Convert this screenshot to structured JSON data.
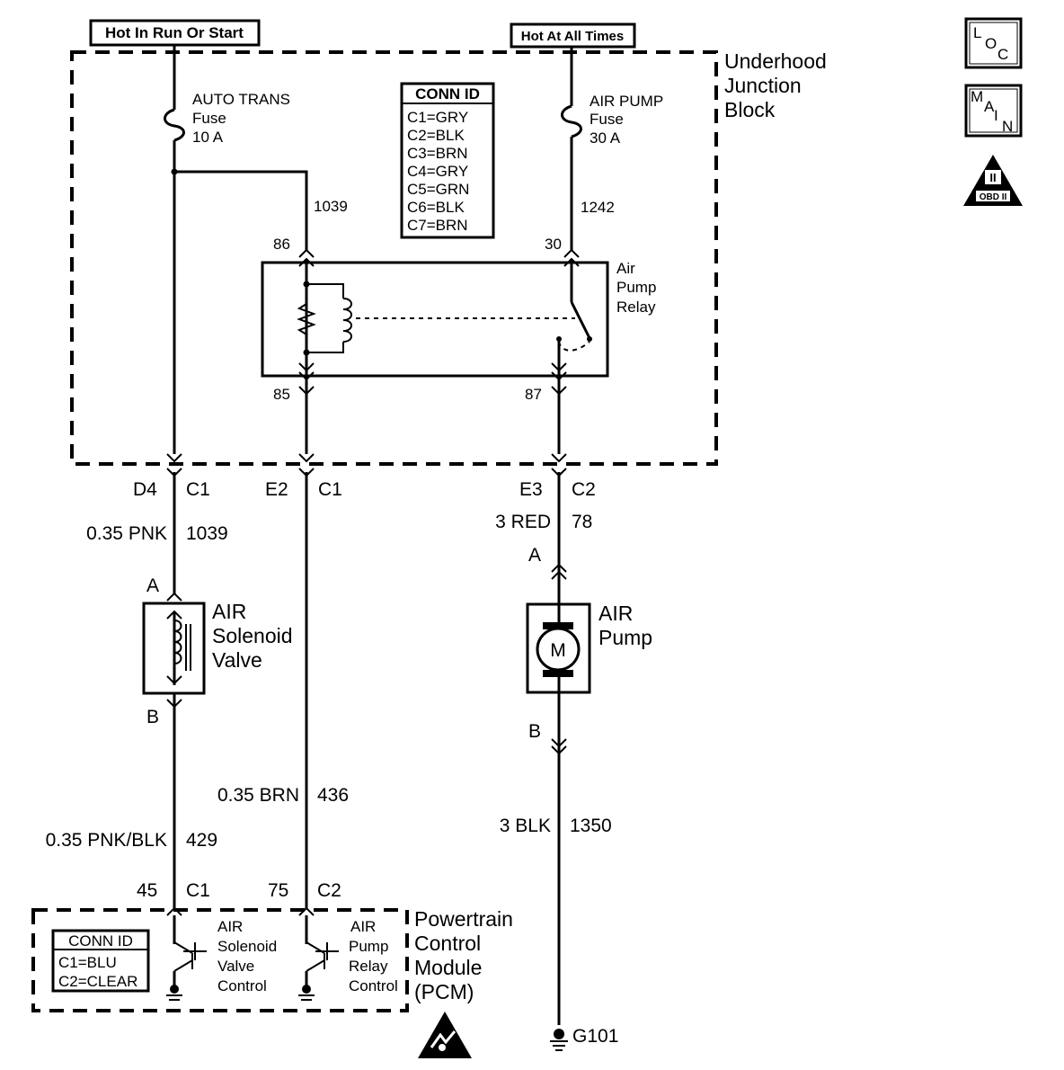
{
  "power_sources": {
    "run_or_start": "Hot In Run Or Start",
    "all_times": "Hot At All Times"
  },
  "junction_block": {
    "name_line1": "Underhood",
    "name_line2": "Junction",
    "name_line3": "Block"
  },
  "fuses": {
    "auto_trans": {
      "name": "AUTO TRANS",
      "kind": "Fuse",
      "rating": "10 A"
    },
    "air_pump": {
      "name": "AIR PUMP",
      "kind": "Fuse",
      "rating": "30 A"
    }
  },
  "conn_id_ujb": {
    "title": "CONN ID",
    "rows": [
      "C1=GRY",
      "C2=BLK",
      "C3=BRN",
      "C4=GRY",
      "C5=GRN",
      "C6=BLK",
      "C7=BRN"
    ]
  },
  "relay": {
    "line1": "Air",
    "line2": "Pump",
    "line3": "Relay",
    "pins": {
      "p86": "86",
      "p85": "85",
      "p30": "30",
      "p87": "87"
    }
  },
  "circuits": {
    "c1039": "1039",
    "c1242": "1242"
  },
  "connectors": {
    "d4": "D4",
    "d4_conn": "C1",
    "e2": "E2",
    "e2_conn": "C1",
    "e3": "E3",
    "e3_conn": "C2",
    "p45": "45",
    "p45_conn": "C1",
    "p75": "75",
    "p75_conn": "C2"
  },
  "wires": {
    "w1_gauge": "0.35 PNK",
    "w1_circuit": "1039",
    "w2_gauge": "0.35 PNK/BLK",
    "w2_circuit": "429",
    "w3_gauge": "0.35 BRN",
    "w3_circuit": "436",
    "w4_gauge": "3 RED",
    "w4_circuit": "78",
    "w5_gauge": "3 BLK",
    "w5_circuit": "1350"
  },
  "solenoid": {
    "pin_a": "A",
    "pin_b": "B",
    "line1": "AIR",
    "line2": "Solenoid",
    "line3": "Valve"
  },
  "pump": {
    "pin_a": "A",
    "pin_b": "B",
    "motor_letter": "M",
    "line1": "AIR",
    "line2": "Pump"
  },
  "ground": {
    "label": "G101"
  },
  "pcm": {
    "line1": "Powertrain",
    "line2": "Control",
    "line3": "Module",
    "line4": "(PCM)",
    "sol_ctrl": [
      "AIR",
      "Solenoid",
      "Valve",
      "Control"
    ],
    "relay_ctrl": [
      "AIR",
      "Pump",
      "Relay",
      "Control"
    ]
  },
  "conn_id_pcm": {
    "title": "CONN ID",
    "rows": [
      "C1=BLU",
      "C2=CLEAR"
    ]
  },
  "badges": {
    "loc": {
      "l": "L",
      "o": "O",
      "c": "C"
    },
    "main": {
      "m": "M",
      "a": "A",
      "i": "I",
      "n": "N"
    },
    "obd": {
      "numeral": "II",
      "caption": "OBD II"
    }
  }
}
